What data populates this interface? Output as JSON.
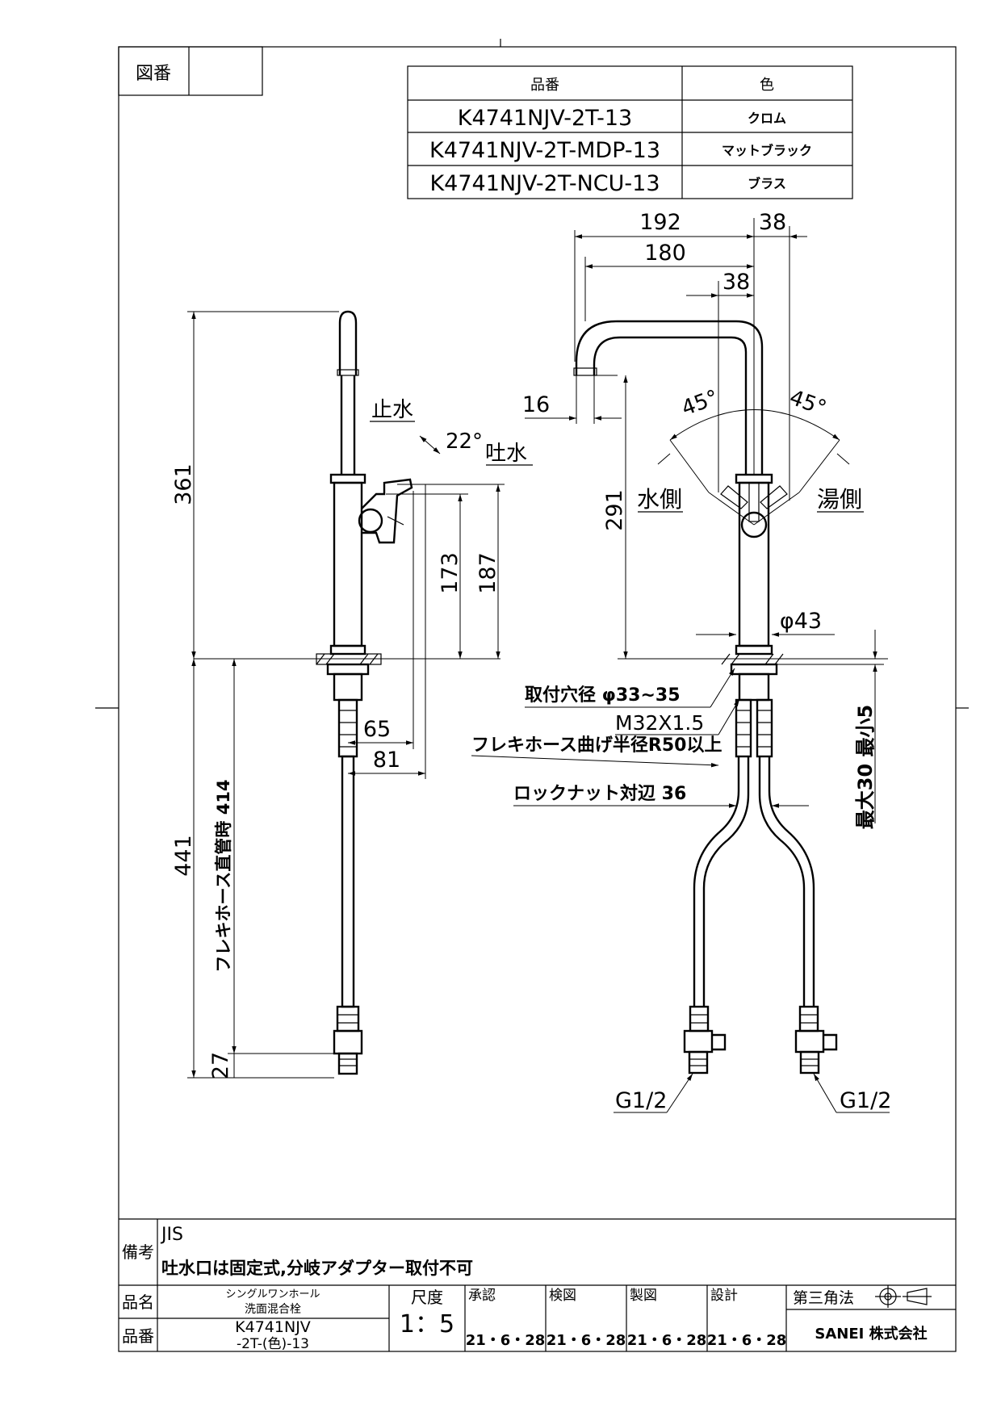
{
  "frame": {
    "zuban_label": "図番",
    "zuban_value": ""
  },
  "product_table": {
    "header_part": "品番",
    "header_color": "色",
    "rows": [
      {
        "part": "K4741NJV-2T-13",
        "color": "クロム"
      },
      {
        "part": "K4741NJV-2T-MDP-13",
        "color": "マットブラック"
      },
      {
        "part": "K4741NJV-2T-NCU-13",
        "color": "ブラス"
      }
    ]
  },
  "side_view": {
    "dim_height_total": "361",
    "dim_lower": "441",
    "dim_hose_straight": "フレキホース直管時 414",
    "dim_27": "27",
    "dim_173": "173",
    "dim_187": "187",
    "dim_65": "65",
    "dim_81": "81",
    "label_stop": "止水",
    "label_spout": "吐水",
    "angle_22": "22°"
  },
  "front_view": {
    "dim_192": "192",
    "dim_38_top": "38",
    "dim_180": "180",
    "dim_38_mid": "38",
    "dim_16": "16",
    "dim_291": "291",
    "angle_left": "45°",
    "angle_right": "45°",
    "label_cold": "水側",
    "label_hot": "湯側",
    "dim_phi43": "φ43",
    "mount_hole": "取付穴径 φ33~35",
    "thread": "M32X1.5",
    "hose_bend": "フレキホース曲げ半径R50以上",
    "locknut": "ロックナット対辺 36",
    "thickness": "最大30 最小5",
    "g_left": "G1/2",
    "g_right": "G1/2"
  },
  "notes": {
    "label": "備考",
    "line1": "JIS",
    "line2": "吐水口は固定式,分岐アダプター取付不可"
  },
  "title_block": {
    "name_label": "品名",
    "name_line1": "シングルワンホール",
    "name_line2": "洗面混合栓",
    "number_label": "品番",
    "number_line1": "K4741NJV",
    "number_line2": "-2T-(色)-13",
    "scale_label": "尺度",
    "scale_value": "1：5",
    "approve_label": "承認",
    "check_label": "検図",
    "draw_label": "製図",
    "design_label": "設計",
    "approve_date": "21・6・28",
    "check_date": "21・6・28",
    "draw_date": "21・6・28",
    "design_date": "21・6・28",
    "projection": "第三角法",
    "company": "SANEI 株式会社"
  }
}
